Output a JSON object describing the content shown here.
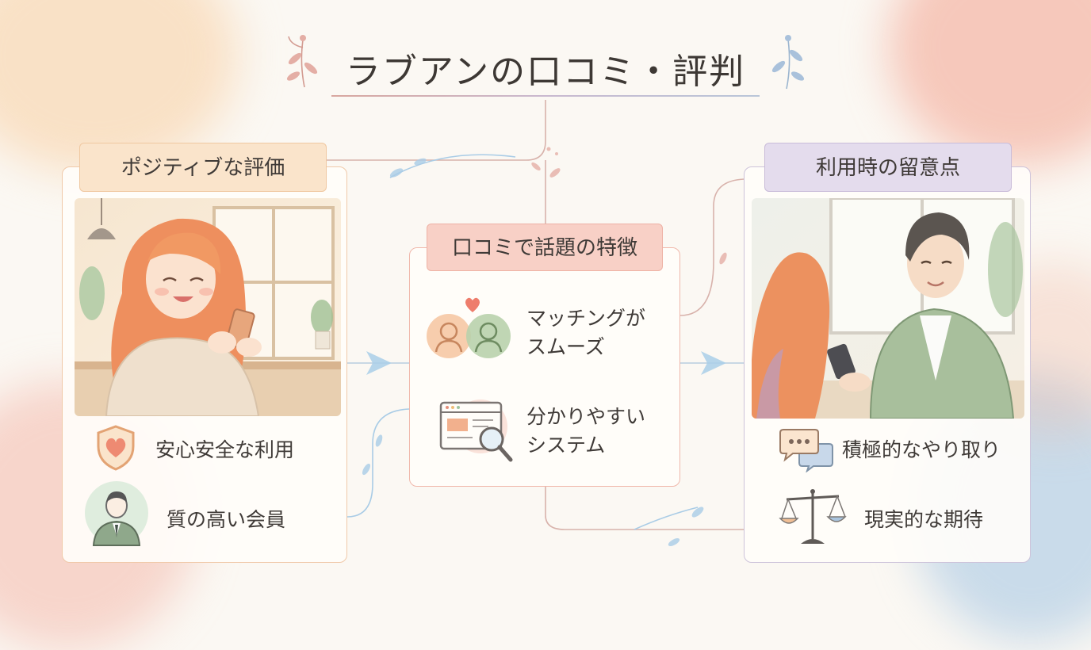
{
  "title": "ラブアンの口コミ・評判",
  "colors": {
    "positive": "#fae4cb",
    "features": "#f8d0c6",
    "caution": "#e4dced",
    "connector_blue": "#9fc6e2",
    "connector_pink": "#d6a7a0"
  },
  "panels": {
    "positive": {
      "title": "ポジティブな評価",
      "items": [
        {
          "label": "安心安全な利用",
          "icon": "heart-shield-icon"
        },
        {
          "label": "質の高い会員",
          "icon": "businessman-avatar-icon"
        }
      ]
    },
    "features": {
      "title": "口コミで話題の特徴",
      "items": [
        {
          "lines": [
            "マッチングが",
            "スムーズ"
          ],
          "icon": "matching-couple-icon"
        },
        {
          "lines": [
            "分かりやすい",
            "システム"
          ],
          "icon": "search-window-icon"
        }
      ]
    },
    "caution": {
      "title": "利用時の留意点",
      "items": [
        {
          "label": "積極的なやり取り",
          "icon": "chat-bubbles-icon"
        },
        {
          "label": "現実的な期待",
          "icon": "balance-scale-icon"
        }
      ]
    }
  }
}
